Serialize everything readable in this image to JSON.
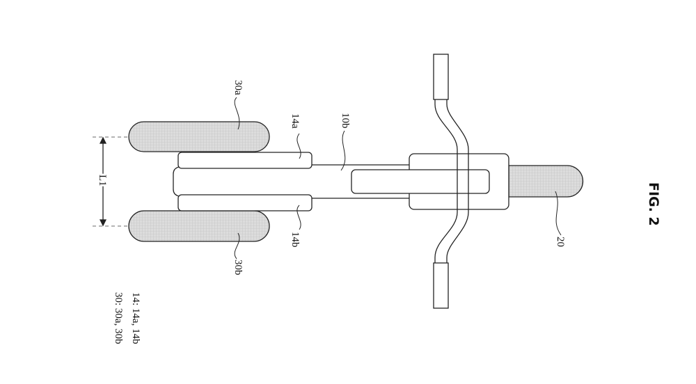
{
  "figure": {
    "title": "FIG. 2",
    "labels": {
      "wheel_a": "30a",
      "wheel_b": "30b",
      "fork_a": "14a",
      "fork_b": "14b",
      "frame": "10b",
      "rear_wheel": "20",
      "distance": "L1"
    },
    "legend": [
      "14: 14a, 14b",
      "30: 30a, 30b"
    ],
    "colors": {
      "line": "#222222",
      "hatch_fill": "#d9d9d9",
      "dashed": "#888888"
    }
  }
}
